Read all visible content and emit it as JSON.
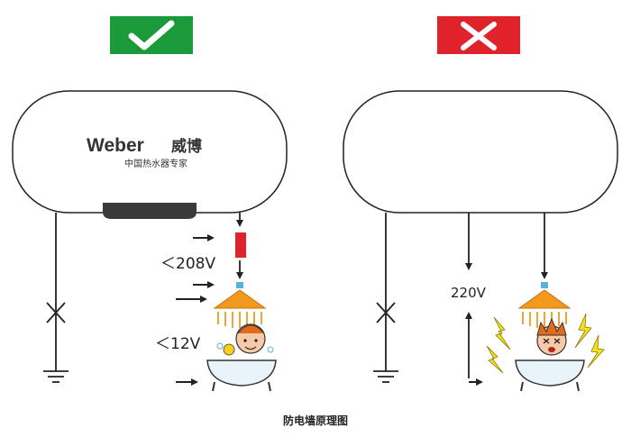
{
  "badges": {
    "correct": {
      "icon": "check-icon",
      "color": "#1a9a3a"
    },
    "wrong": {
      "icon": "x-icon",
      "color": "#e0222a"
    }
  },
  "left_heater": {
    "brand_en": "Weber",
    "brand_cn": "威博",
    "tagline": "中国热水器专家",
    "voltage_top": "＜208V",
    "voltage_bottom": "＜12V"
  },
  "right_heater": {
    "voltage": "220V"
  },
  "caption": "防电墙原理图",
  "colors": {
    "stroke": "#222222",
    "barrier": "#e0222a",
    "shower": "#f39a1e",
    "nozzle": "#5ab0e0",
    "tub": "#e9f3fa",
    "lightning": "#f5e020"
  }
}
